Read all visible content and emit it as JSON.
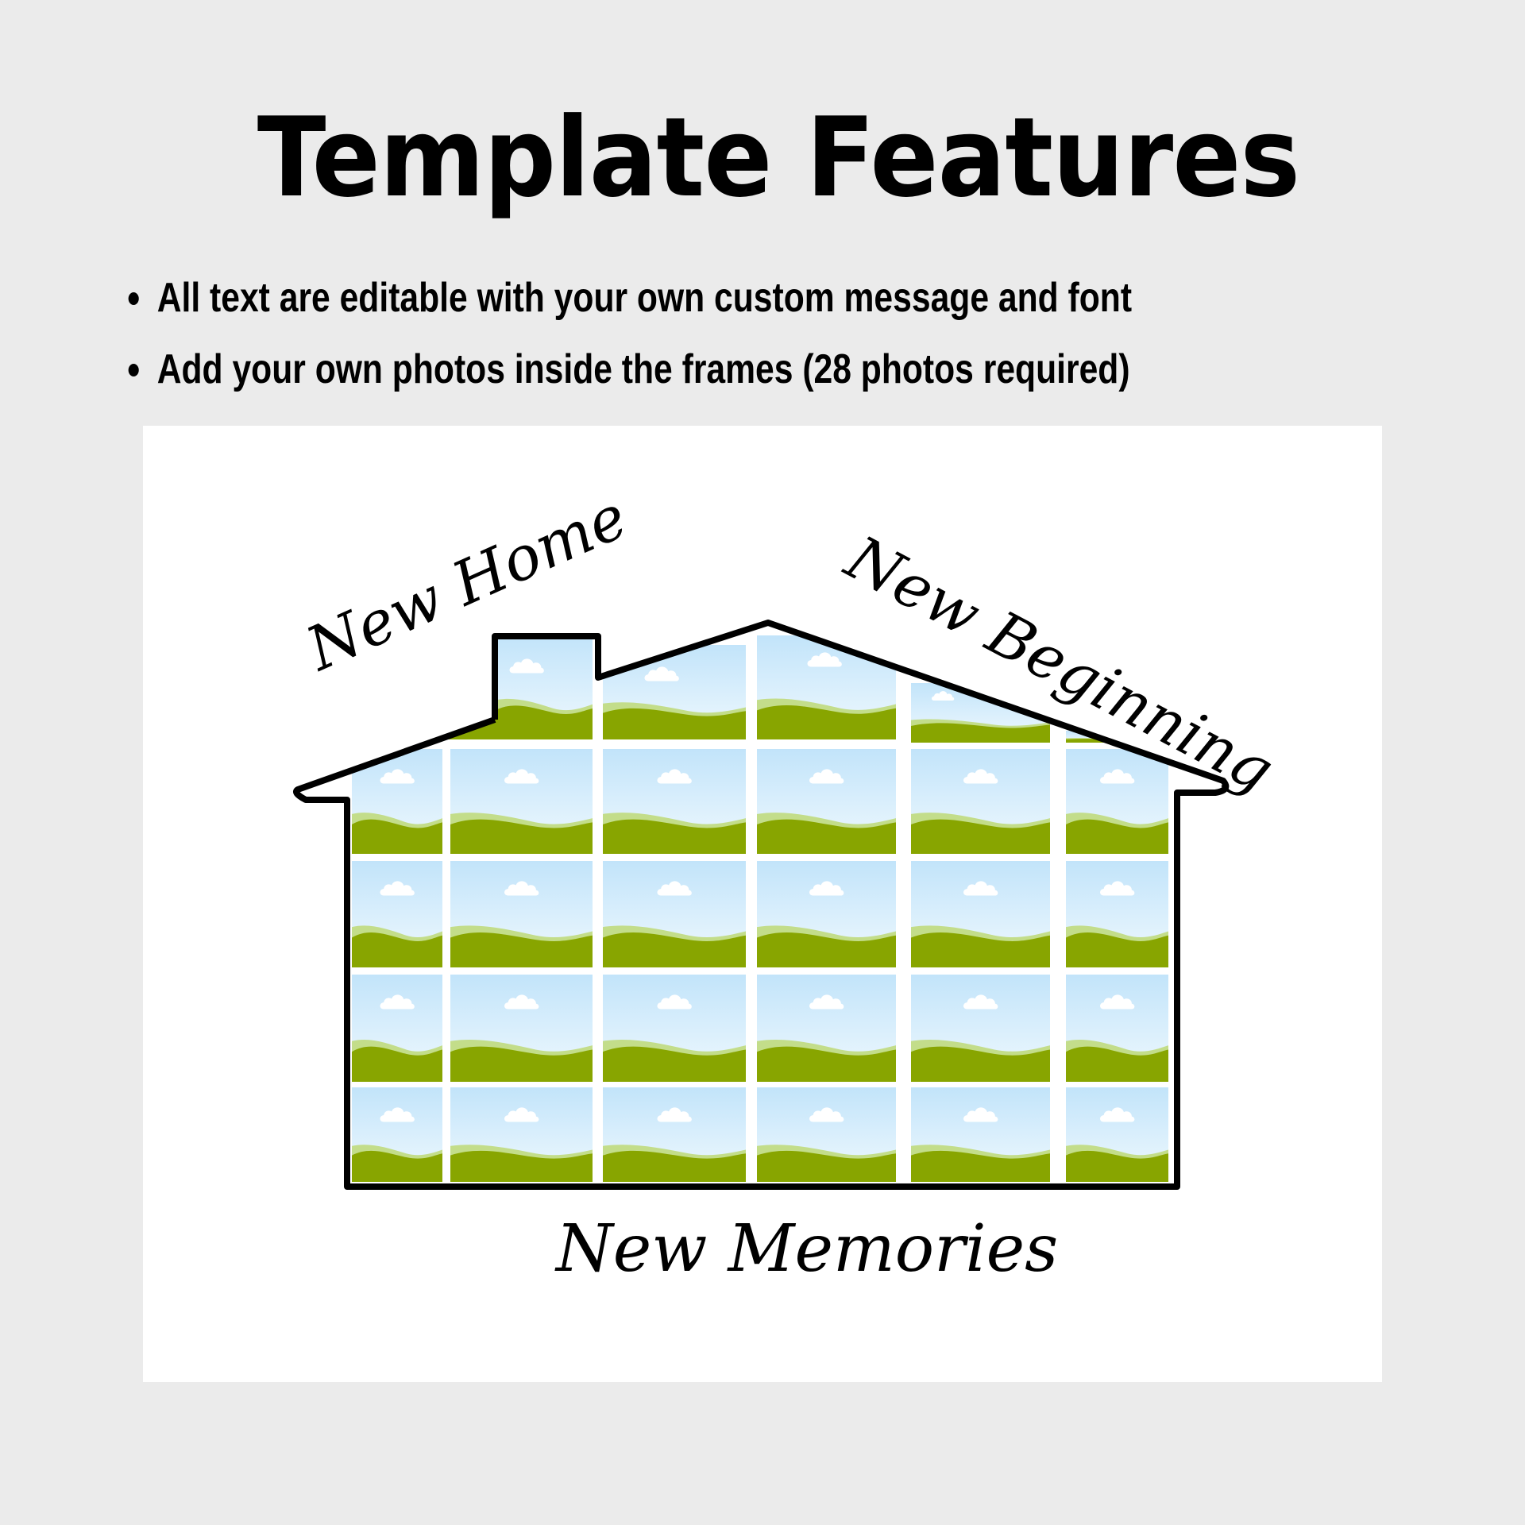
{
  "title": "Template Features",
  "bullets": [
    "All text are editable with your own custom message and font",
    "Add your own photos inside the frames (28 photos required)"
  ],
  "template_preview": {
    "shape": "house",
    "photo_slots": 28,
    "texts": {
      "top_left": "New Home",
      "top_right": "New Beginning",
      "bottom": "New Memories"
    },
    "colors": {
      "background": "#ebebeb",
      "panel": "#ffffff",
      "outline": "#000000",
      "sky_top": "#c6e6fa",
      "sky_bottom": "#eef8fe",
      "hill_light": "#c3dd8a",
      "hill_dark": "#88a500"
    }
  }
}
